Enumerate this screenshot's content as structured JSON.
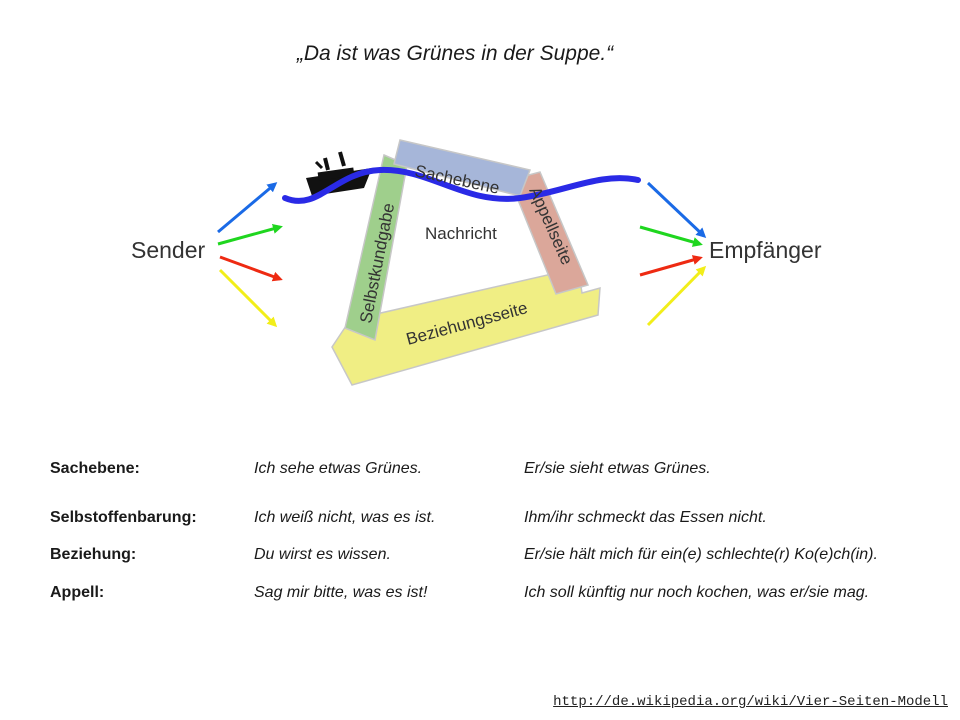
{
  "quote": "„Da ist was Grünes in der Suppe.“",
  "diagram": {
    "sender": "Sender",
    "receiver": "Empfänger",
    "message": "Nachricht",
    "sides": {
      "factual": "Sachebene",
      "self_revelation": "Selbstkundgabe",
      "appeal": "Appellseite",
      "relationship": "Beziehungsseite"
    }
  },
  "rows": [
    {
      "label": "Sachebene:",
      "sender": "Ich sehe etwas Grünes.",
      "receiver": "Er/sie sieht etwas Grünes."
    },
    {
      "label": "Selbstoffenbarung:",
      "sender": "Ich weiß nicht, was es ist.",
      "receiver": "Ihm/ihr schmeckt das Essen nicht."
    },
    {
      "label": "Beziehung:",
      "sender": "Du wirst es wissen.",
      "receiver": "Er/sie hält mich für ein(e) schlechte(r) Ko(e)ch(in)."
    },
    {
      "label": "Appell:",
      "sender": "Sag mir bitte, was es ist!",
      "receiver": "Ich soll künftig nur noch kochen, was er/sie mag."
    }
  ],
  "source": "http://de.wikipedia.org/wiki/Vier-Seiten-Modell",
  "colors": {
    "factual": "#a6b6d9",
    "self_revelation": "#9fcf8c",
    "appeal": "#dba79a",
    "relationship": "#f0ee84",
    "wave": "#2a2ae6",
    "arrow_blue": "#1a6ae6",
    "arrow_green": "#1fd61f",
    "arrow_red": "#ee2a12",
    "arrow_yellow": "#f2ee1a"
  }
}
